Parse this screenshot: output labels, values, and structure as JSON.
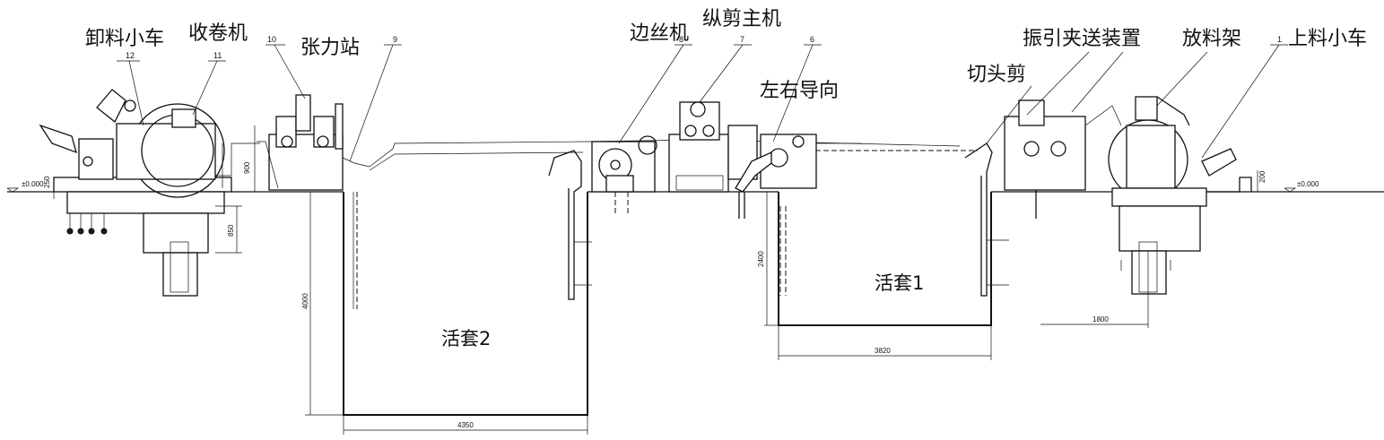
{
  "stations": {
    "unload_car": "卸料小车",
    "recoiler": "收卷机",
    "tension_station": "张力站",
    "scrap_winder": "边丝机",
    "slitter": "纵剪主机",
    "side_guide": "左右导向",
    "crop_shear": "切头剪",
    "pinch_feed": "振引夹送装置",
    "uncoiler": "放料架",
    "load_car": "上料小车"
  },
  "loops": {
    "loop1": "活套1",
    "loop2": "活套2"
  },
  "part_numbers": {
    "n1": "1",
    "n6": "6",
    "n7": "7",
    "n8": "8",
    "n9": "9",
    "n10": "10",
    "n11": "11",
    "n12": "12"
  },
  "dimensions": {
    "loop2_width": "4350",
    "loop2_depth": "4000",
    "loop1_width": "3820",
    "loop1_depth": "2400",
    "uncoiler_offset": "1800",
    "unload_pit": "850",
    "recoiler_h": "900",
    "left_floor": "250",
    "right_floor": "200",
    "elev_left": "±0.000",
    "elev_right": "±0.000"
  }
}
